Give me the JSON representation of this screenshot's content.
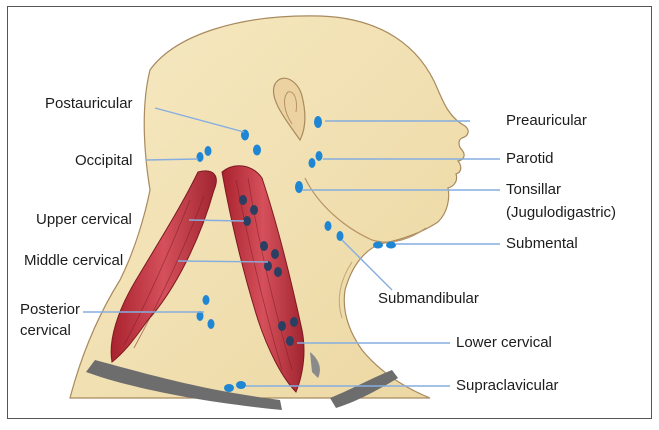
{
  "labels": {
    "postauricular": "Postauricular",
    "occipital": "Occipital",
    "upper_cervical": "Upper cervical",
    "middle_cervical": "Middle cervical",
    "posterior_cervical_1": "Posterior",
    "posterior_cervical_2": "cervical",
    "preauricular": "Preauricular",
    "parotid": "Parotid",
    "tonsillar_1": "Tonsillar",
    "tonsillar_2": "(Jugulodigastric)",
    "submental": "Submental",
    "submandibular": "Submandibular",
    "lower_cervical": "Lower cervical",
    "supraclavicular": "Supraclavicular"
  },
  "colors": {
    "skin": "#f3e3b4",
    "skin_shade": "#e7cf98",
    "muscle": "#c83a44",
    "muscle_dark": "#8f1f28",
    "node": "#1f86d4",
    "node_deep": "#2b3f63",
    "leader_line": "#86aee0",
    "clavicle": "#6b6b6b",
    "outline": "#9c7f57"
  }
}
